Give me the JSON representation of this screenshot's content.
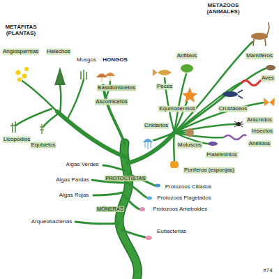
{
  "diagram": {
    "nodes": [
      {
        "text": [
          "METÁFITAS (PLANTAS)",
          "Angiospermas",
          "Helechos",
          "Musgos",
          "Licopodios",
          "Equisetos"
        ]
      },
      {
        "text": [
          "HONGOS",
          "Basidiomicetos",
          "Ascomicetos"
        ]
      },
      {
        "text": [
          "METAZOOS (ANIMALES)",
          "Anfibios",
          "Mamíferos",
          "Aves",
          "Peces",
          "Equinodermos",
          "Crustáceos",
          "Arácnidos",
          "Insectos",
          "Cnidarios",
          "Anélidos",
          "Moluscos",
          "Platelmintos",
          "Poríferos (esponjas)"
        ]
      },
      {
        "text": [
          "PROTOCTISTAS"
        ]
      },
      {
        "text": [
          "MÓNERAS"
        ]
      }
    ],
    "labels": [
      "Algas Verdes",
      "Algas Pardas",
      "Algas Rojas",
      "Protozoos Ciliados",
      "Protozoos Flagelados",
      "Protozoos Ameboides",
      "Arqueobacterias",
      "Eubacterias",
      "#74"
    ]
  }
}
